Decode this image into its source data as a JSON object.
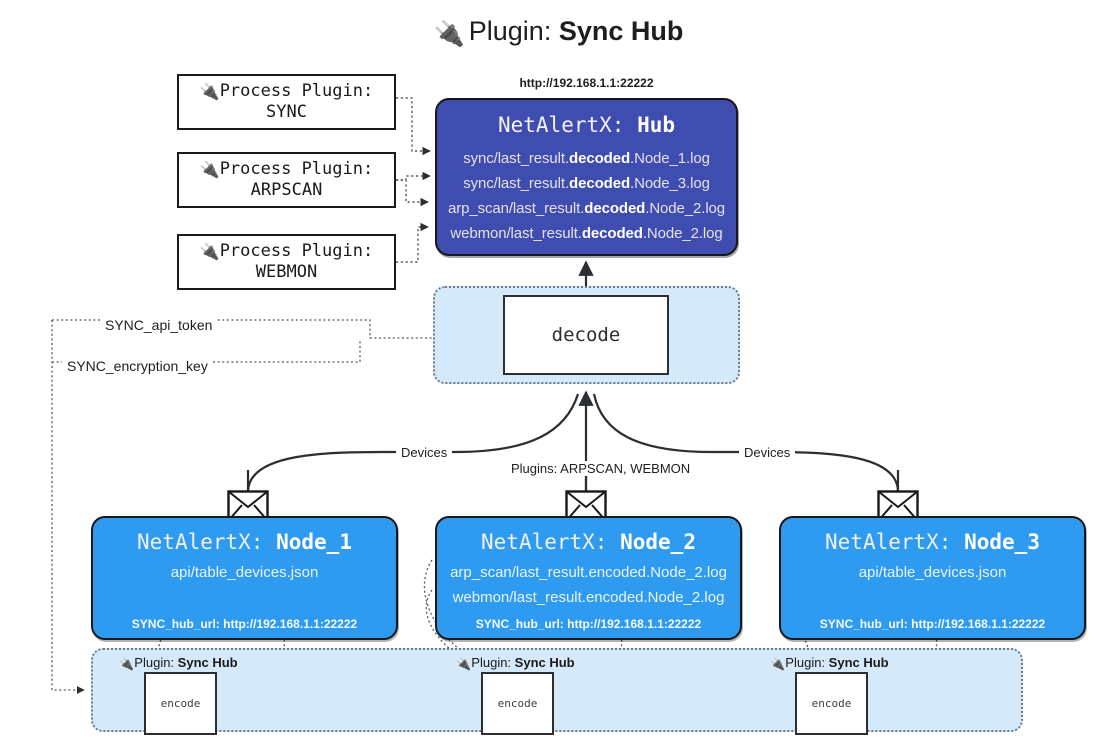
{
  "title": {
    "icon": "plug-icon",
    "prefix": "Plugin:",
    "name": "Sync Hub"
  },
  "process_plugins": [
    {
      "icon": "plug-icon",
      "line1": "Process Plugin:",
      "line2": "SYNC"
    },
    {
      "icon": "plug-icon",
      "line1": "Process Plugin:",
      "line2": "ARPSCAN"
    },
    {
      "icon": "plug-icon",
      "line1": "Process Plugin:",
      "line2": "WEBMON"
    }
  ],
  "hub": {
    "url": "http://192.168.1.1:22222",
    "title_prefix": "NetAlertX:",
    "title_name": "Hub",
    "logs": [
      {
        "pre": "sync/last_result.",
        "mid": "decoded",
        "post": ".Node_1.log"
      },
      {
        "pre": "sync/last_result.",
        "mid": "decoded",
        "post": ".Node_3.log"
      },
      {
        "pre": "arp_scan/last_result.",
        "mid": "decoded",
        "post": ".Node_2.log"
      },
      {
        "pre": "webmon/last_result.",
        "mid": "decoded",
        "post": ".Node_2.log"
      }
    ]
  },
  "decode": {
    "label": "decode"
  },
  "keys": {
    "api_token": "SYNC_api_token",
    "encryption_key": "SYNC_encryption_key"
  },
  "edge_labels": {
    "devices_left": "Devices",
    "devices_right": "Devices",
    "plugins": "Plugins: ARPSCAN, WEBMON"
  },
  "nodes": [
    {
      "title_prefix": "NetAlertX:",
      "title_name": "Node_1",
      "lines": [
        "api/table_devices.json"
      ],
      "hub_url": "SYNC_hub_url: http://192.168.1.1:22222",
      "mail_icon": "envelope-icon"
    },
    {
      "title_prefix": "NetAlertX:",
      "title_name": "Node_2",
      "lines": [
        "arp_scan/last_result.encoded.Node_2.log",
        "webmon/last_result.encoded.Node_2.log"
      ],
      "hub_url": "SYNC_hub_url: http://192.168.1.1:22222",
      "mail_icon": "envelope-icon"
    },
    {
      "title_prefix": "NetAlertX:",
      "title_name": "Node_3",
      "lines": [
        "api/table_devices.json"
      ],
      "hub_url": "SYNC_hub_url: http://192.168.1.1:22222",
      "mail_icon": "envelope-icon"
    }
  ],
  "node_plugins": [
    {
      "icon": "plug-icon",
      "prefix": "Plugin:",
      "name": "Sync Hub",
      "action": "encode"
    },
    {
      "icon": "plug-icon",
      "prefix": "Plugin:",
      "name": "Sync Hub",
      "action": "encode"
    },
    {
      "icon": "plug-icon",
      "prefix": "Plugin:",
      "name": "Sync Hub",
      "action": "encode"
    }
  ],
  "colors": {
    "hub_fill": "#3f4cb0",
    "node_fill": "#2e9bf0",
    "zone_fill": "#d4e9f9",
    "stroke": "#18181b",
    "background": "#ffffff"
  }
}
